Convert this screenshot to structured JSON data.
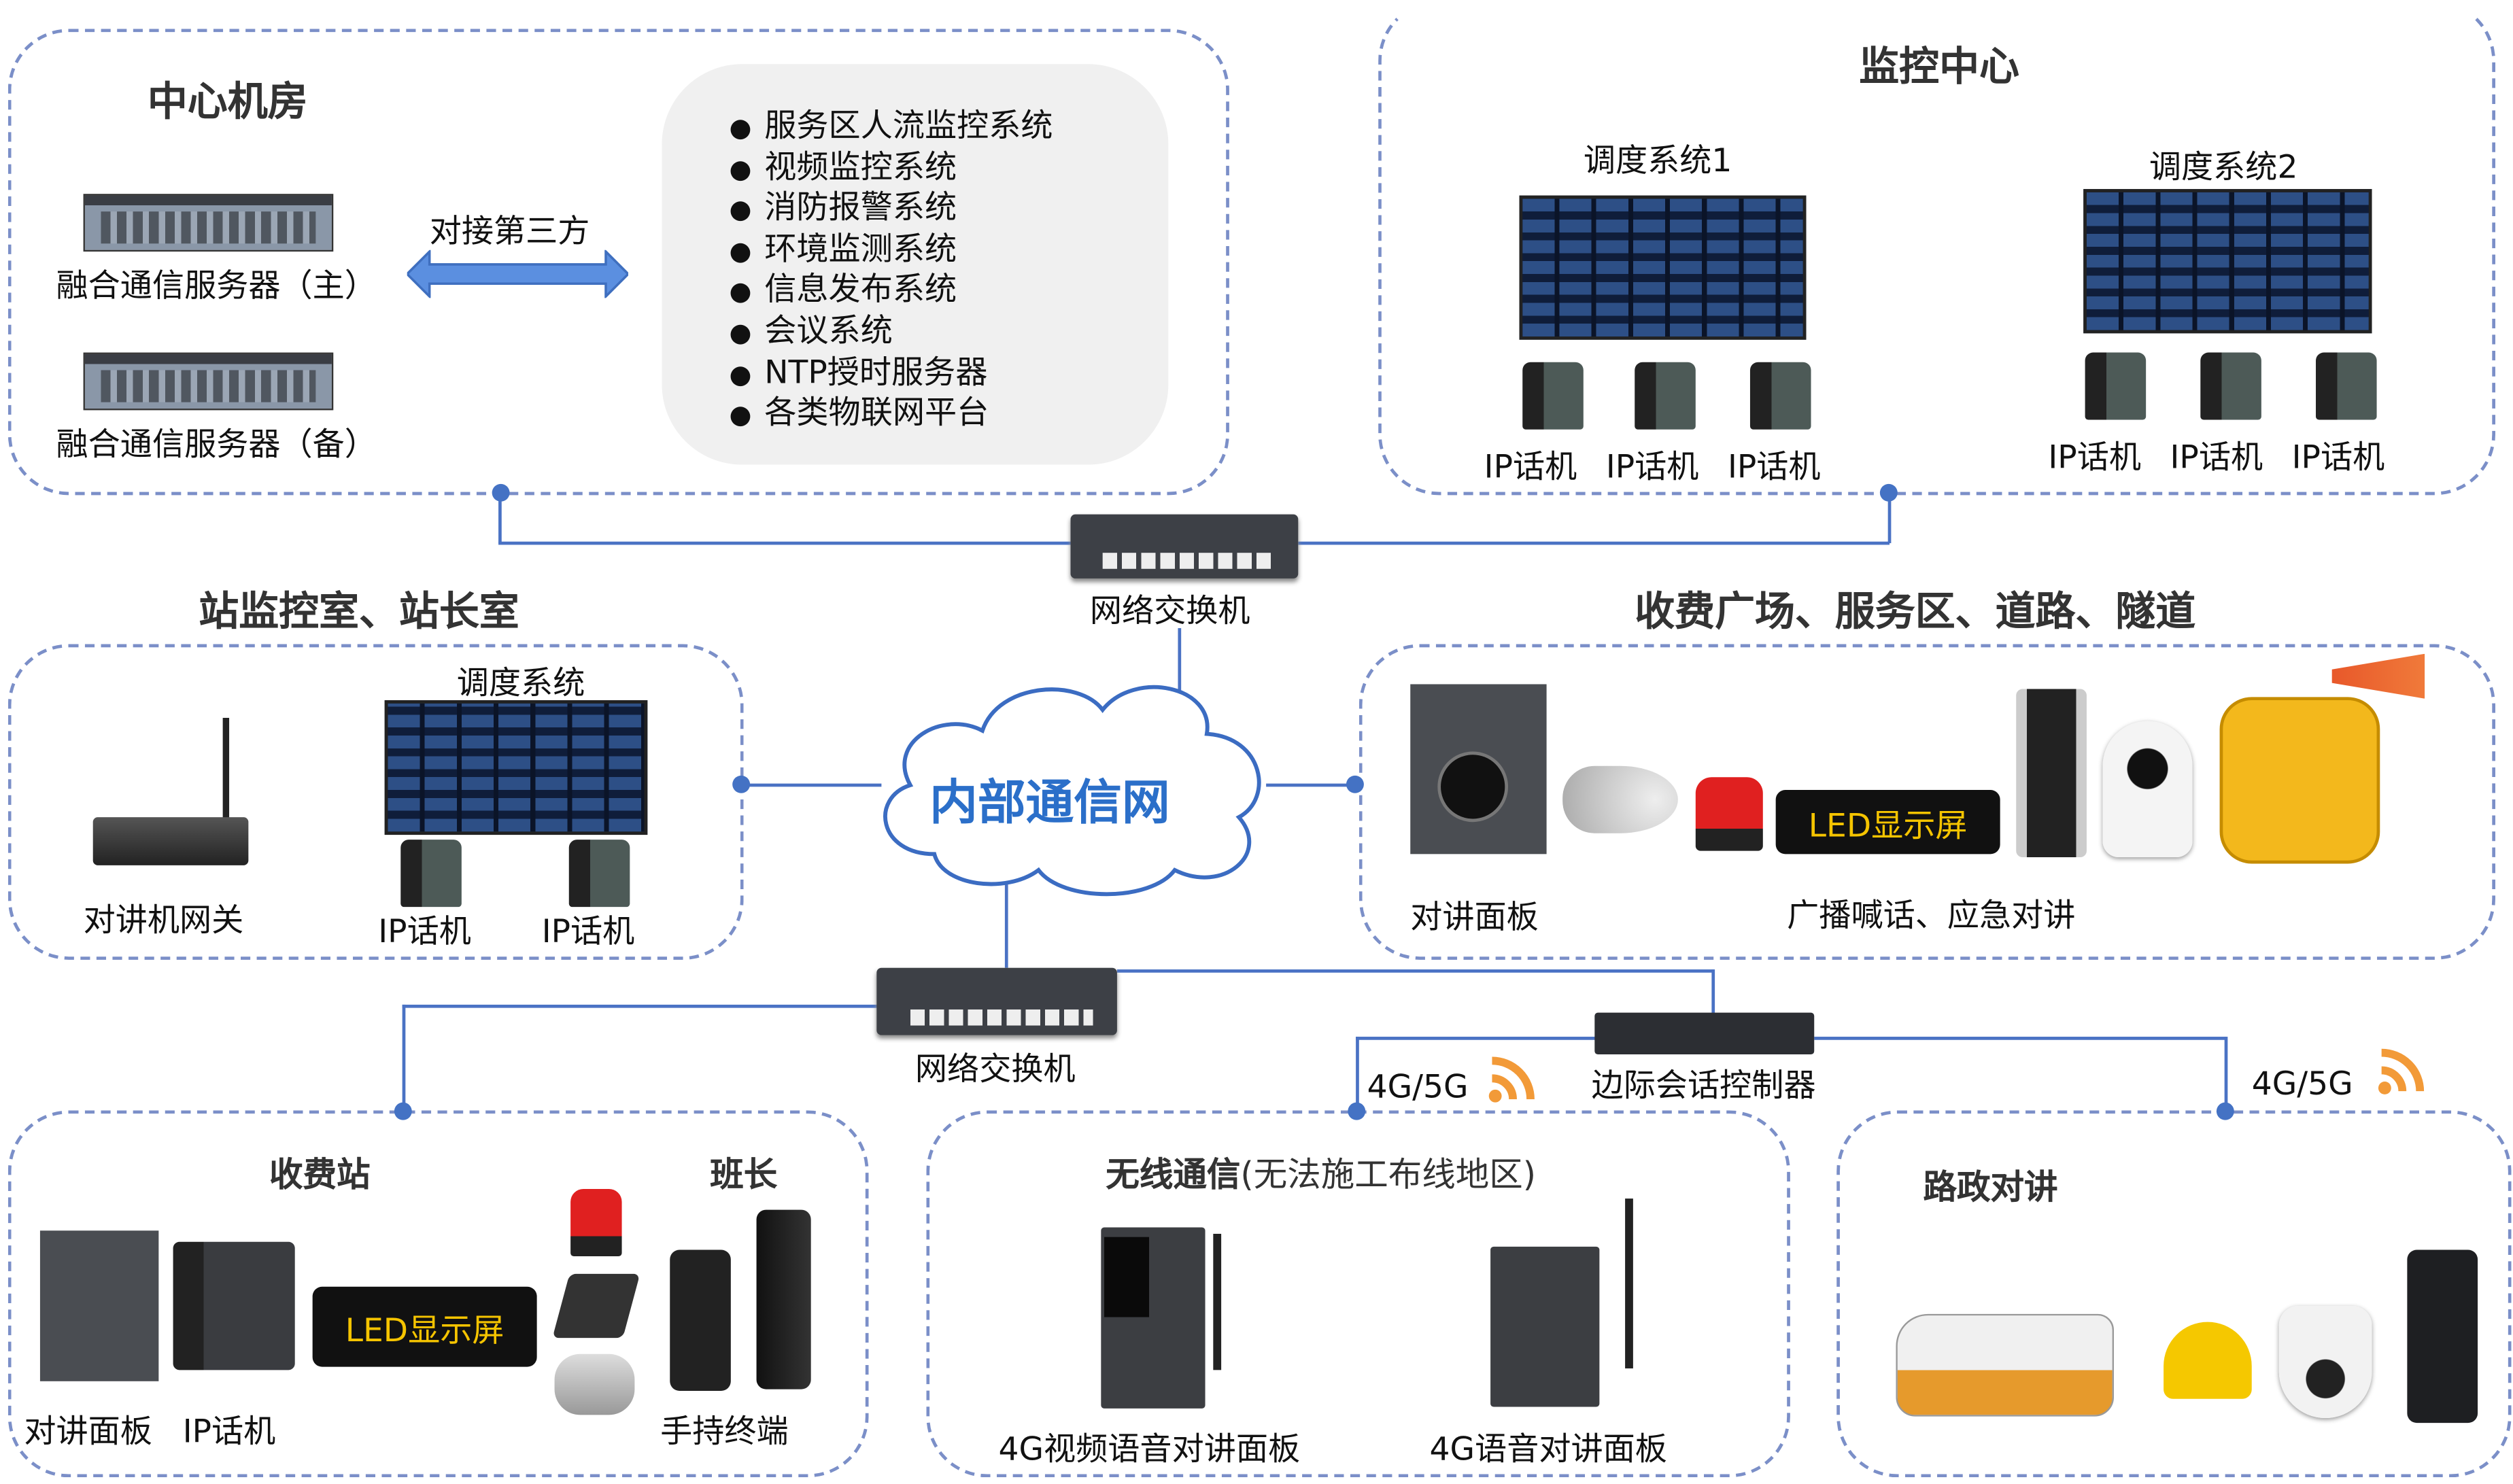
{
  "center_room": {
    "title": "中心机房",
    "server_main": "融合通信服务器（主）",
    "server_backup": "融合通信服务器（备）",
    "third_party": "对接第三方",
    "systems": [
      "服务区人流监控系统",
      "视频监控系统",
      "消防报警系统",
      "环境监测系统",
      "信息发布系统",
      "会议系统",
      "NTP授时服务器",
      "各类物联网平台"
    ]
  },
  "monitor_center": {
    "title": "监控中心",
    "dispatch1": "调度系统1",
    "dispatch2": "调度系统2",
    "phones1": [
      "IP话机",
      "IP话机",
      "IP话机"
    ],
    "phones2": [
      "IP话机",
      "IP话机",
      "IP话机"
    ]
  },
  "switch_top": "网络交换机",
  "switch_bottom": "网络交换机",
  "cloud": "内部通信网",
  "station_room": {
    "title": "站监控室、站长室",
    "dispatch": "调度系统",
    "gateway": "对讲机网关",
    "phones": [
      "IP话机",
      "IP话机"
    ]
  },
  "plaza": {
    "title": "收费广场、服务区、道路、隧道",
    "panel": "对讲面板",
    "led": "LED显示屏",
    "broadcast": "广播喊话、应急对讲"
  },
  "sbc": "边际会话控制器",
  "net_4g_left": "4G/5G",
  "net_4g_right": "4G/5G",
  "toll_station": {
    "title": "收费站",
    "leader": "班长",
    "panel": "对讲面板",
    "phone": "IP话机",
    "led": "LED显示屏",
    "handheld": "手持终端"
  },
  "wireless": {
    "title_bold": "无线通信",
    "title_rest": "(无法施工布线地区)",
    "video_panel": "4G视频语音对讲面板",
    "voice_panel": "4G语音对讲面板"
  },
  "road": {
    "title": "路政对讲"
  },
  "colors": {
    "accent": "#4472c4",
    "dash": "#7b8fc8",
    "signal": "#f29a38",
    "led_text": "#f5c400"
  }
}
